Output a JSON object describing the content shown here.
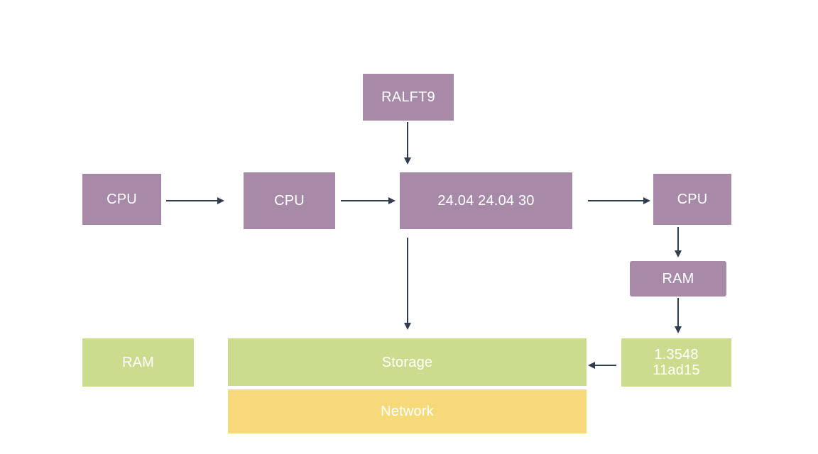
{
  "nodes": {
    "top": "RALFT9",
    "cpu_left": "CPU",
    "cpu_mid": "CPU",
    "center": "24.04 24.04 30",
    "cpu_right": "CPU",
    "ram_right": "RAM",
    "ram_left": "RAM",
    "storage": "Storage",
    "network": "Network",
    "small_right": "1.3548\n11ad15"
  },
  "colors": {
    "purple": "#a68aa8",
    "green": "#ccdc8e",
    "yellow": "#f6da7a",
    "arrow": "#2f3d4f"
  }
}
